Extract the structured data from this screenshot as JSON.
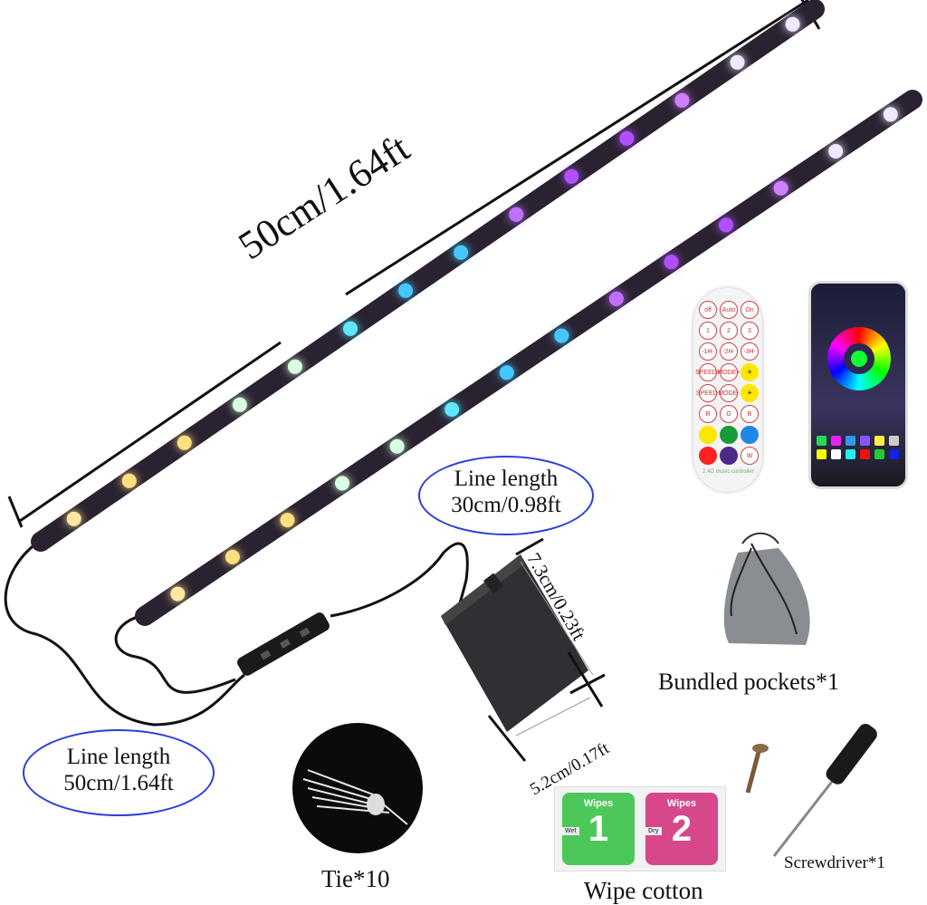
{
  "strip_length_label": "50cm/1.64ft",
  "controller_line": {
    "title": "Line length",
    "value": "30cm/0.98ft"
  },
  "strip_line": {
    "title": "Line length",
    "value": "50cm/1.64ft"
  },
  "battery_box": {
    "height_label": "7.3cm/0.23ft",
    "width_label": "5.2cm/0.17ft"
  },
  "accessories": {
    "pocket": "Bundled pockets*1",
    "tie": "Tie*10",
    "wipe": "Wipe cotton",
    "screwdriver": "Screwdriver*1"
  },
  "remote": {
    "buttons": [
      "off",
      "Auto",
      "On",
      "1",
      "2",
      "3",
      "-1H-",
      "-2H-",
      "-3H-",
      "SPEED+",
      "MODE+",
      "☀",
      "SPEED-",
      "MODE-",
      "☀",
      "R",
      "G",
      "B",
      "",
      "",
      "",
      "",
      "",
      "W"
    ],
    "caption": "2.4G music controller"
  },
  "wipes": {
    "title": "Wipes",
    "wet_label": "Wet",
    "wet_number": "1",
    "dry_label": "Dry",
    "dry_number": "2"
  },
  "colors": {
    "bubble_border": "#2b3fd6",
    "strip": "#2a2230",
    "wet": "#4cc85a",
    "dry": "#d6488a"
  },
  "led_colors": [
    "#ffe9a0",
    "#ffe080",
    "#d8ffe0",
    "#5fe8ff",
    "#44c8ff",
    "#c070ff",
    "#b050ff",
    "#d080ff",
    "#f0e8ff"
  ]
}
